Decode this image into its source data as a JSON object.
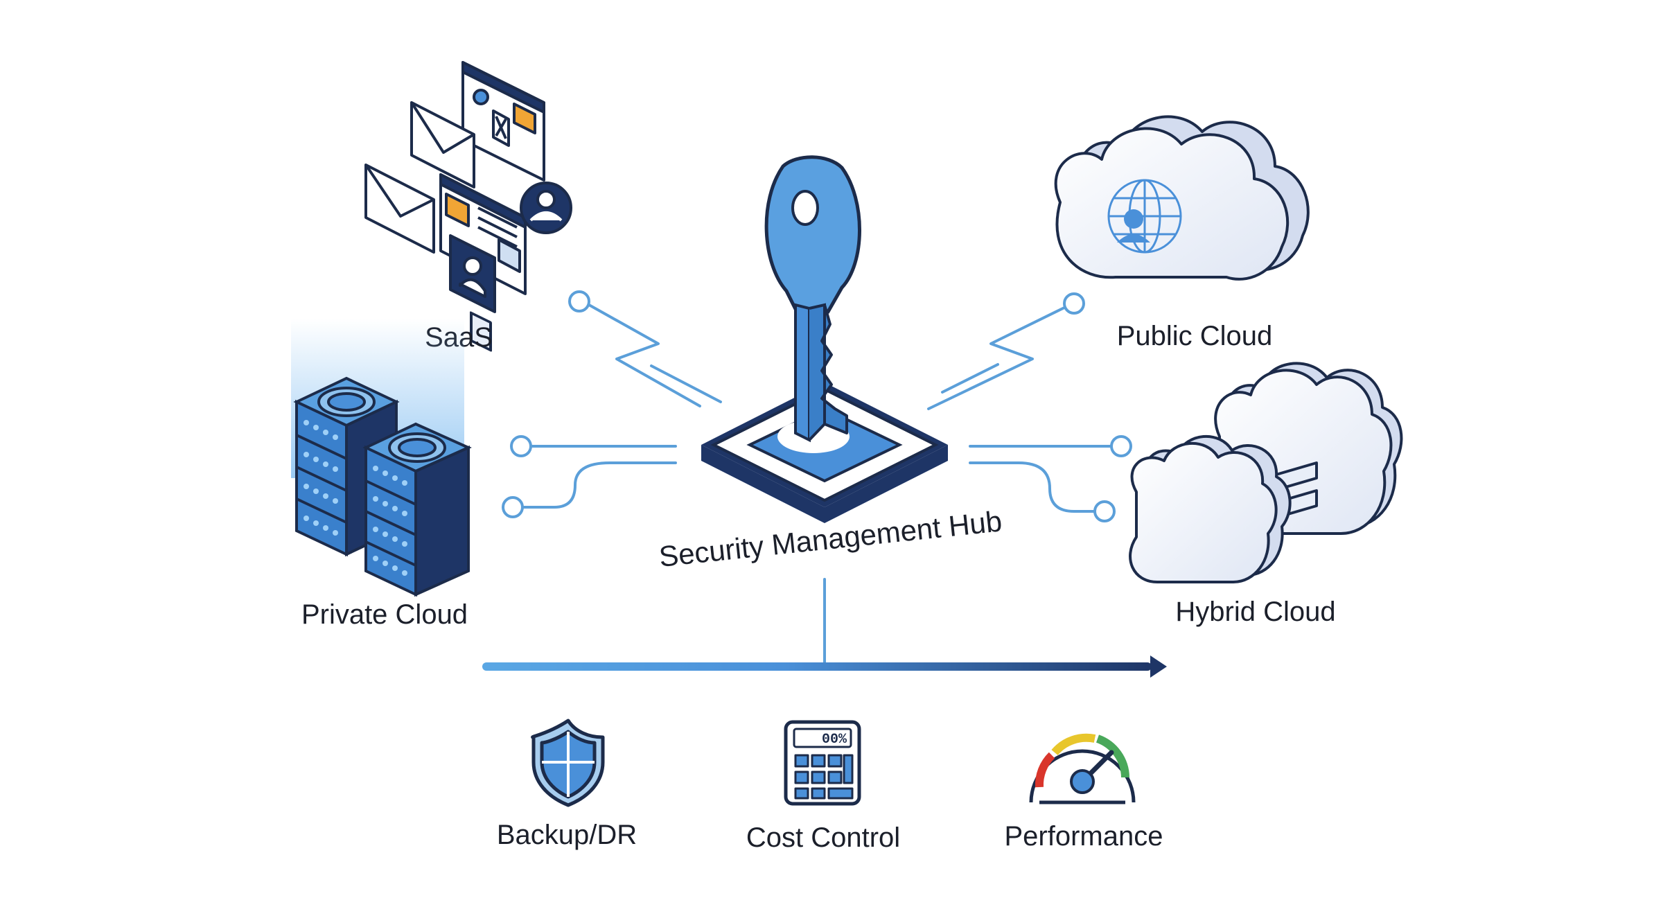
{
  "hub": {
    "label": "Security Management Hub"
  },
  "environments": {
    "saas": "SaaS",
    "private_cloud": "Private Cloud",
    "public_cloud": "Public Cloud",
    "hybrid_cloud": "Hybrid Cloud"
  },
  "outcomes": {
    "backup": "Backup/DR",
    "cost": "Cost Control",
    "performance": "Performance"
  },
  "calculator_display": "00%",
  "icons": {
    "hub": "key-in-lock-icon",
    "saas": "saas-apps-icon",
    "private_cloud": "server-rack-icon",
    "public_cloud": "cloud-globe-icon",
    "hybrid_cloud": "linked-clouds-icon",
    "backup": "shield-icon",
    "cost": "calculator-icon",
    "performance": "gauge-icon"
  },
  "colors": {
    "primary": "#4a90d9",
    "primary_light": "#7fb5e8",
    "dark": "#1e3566",
    "outline": "#1c2b4a",
    "gauge_red": "#d9352b",
    "gauge_yellow": "#e8c62c",
    "gauge_green": "#49a85a",
    "accent_orange": "#f0a535"
  }
}
